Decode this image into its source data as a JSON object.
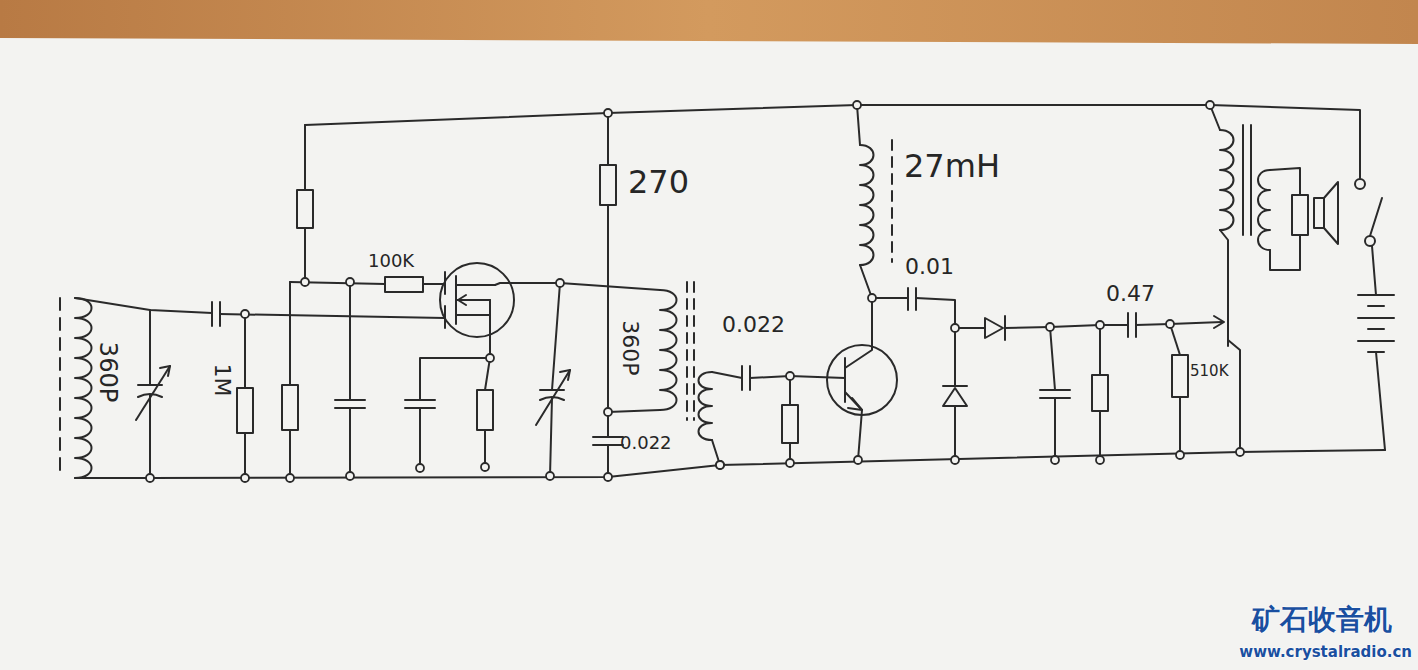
{
  "diagram": {
    "labels": [
      "360P",
      "1M",
      "100K",
      "270",
      "360P",
      "0.022",
      "0.022",
      "27mH",
      "0.01",
      "0.47",
      "510K",
      "矿石收音机",
      "www.crystalradio.cn"
    ]
  }
}
